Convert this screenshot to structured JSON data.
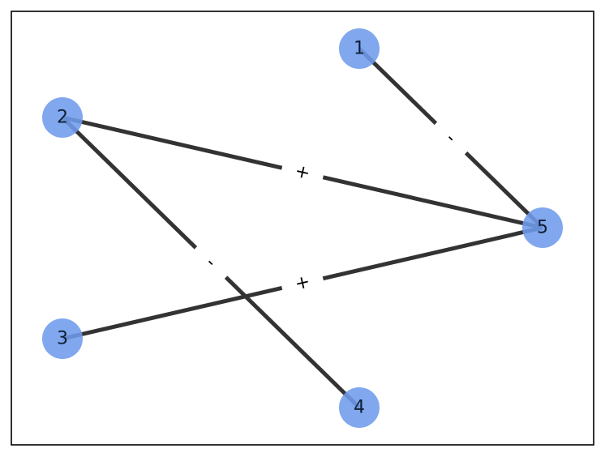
{
  "graph": {
    "directed": false,
    "nodes": [
      {
        "id": "1",
        "label": "1"
      },
      {
        "id": "2",
        "label": "2"
      },
      {
        "id": "3",
        "label": "3"
      },
      {
        "id": "4",
        "label": "4"
      },
      {
        "id": "5",
        "label": "5"
      }
    ],
    "edges": [
      {
        "source": "1",
        "target": "5",
        "label": "-"
      },
      {
        "source": "2",
        "target": "5",
        "label": "+"
      },
      {
        "source": "3",
        "target": "5",
        "label": "+"
      },
      {
        "source": "2",
        "target": "4",
        "label": "-"
      }
    ]
  },
  "colors": {
    "node_fill": "#6f9bec",
    "edge": "#333333",
    "background": "#ffffff",
    "frame": "#000000"
  }
}
